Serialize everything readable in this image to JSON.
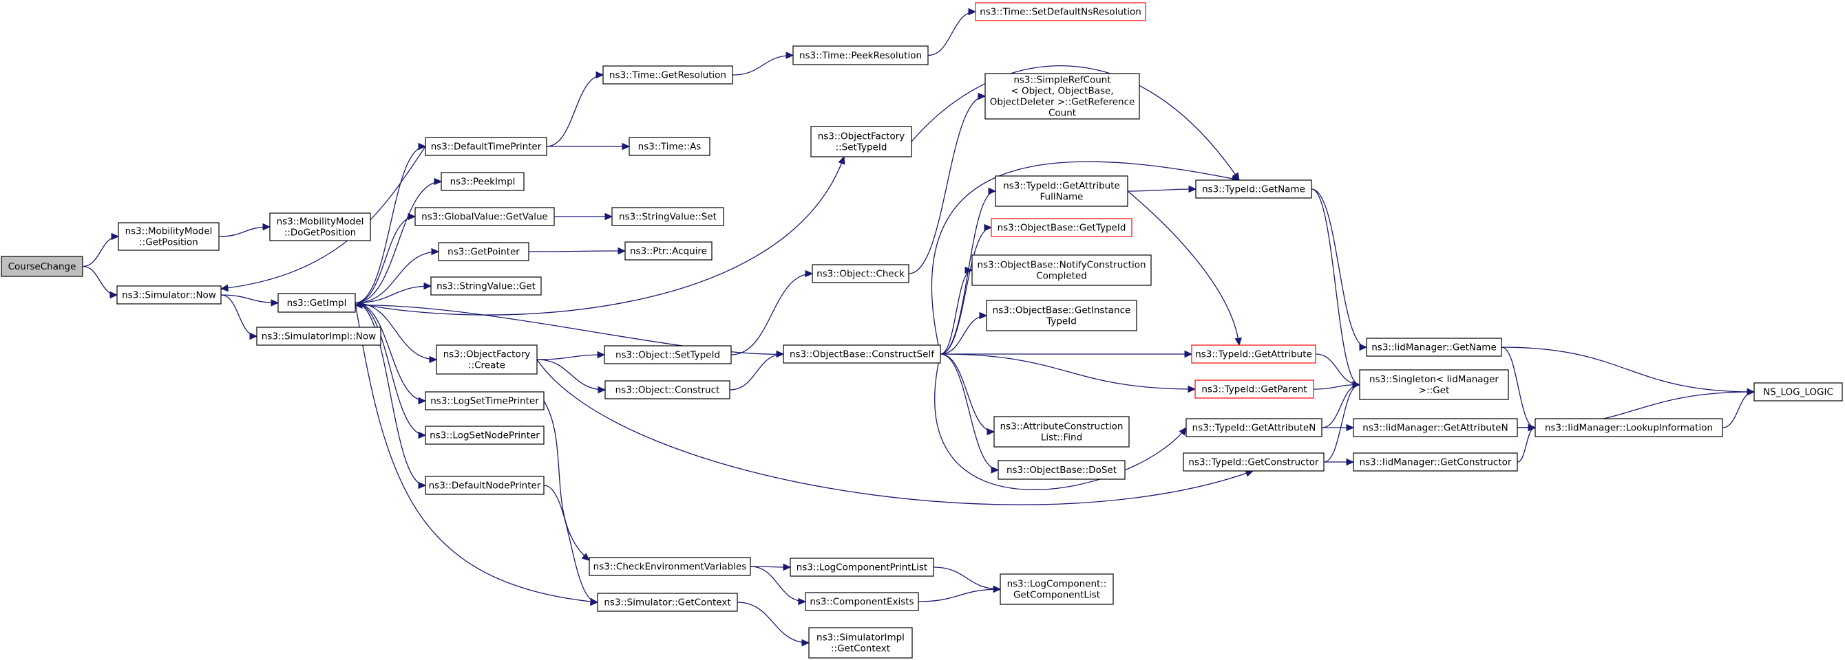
{
  "colors": {
    "edge": "#191970",
    "root_fill": "#bfbfbf",
    "red_border": "#ff0000",
    "border": "#000000"
  },
  "nodes": [
    {
      "id": "CourseChange",
      "lines": [
        "CourseChange"
      ],
      "style": "root"
    },
    {
      "id": "MM_GetPosition",
      "lines": [
        "ns3::MobilityModel",
        "::GetPosition"
      ]
    },
    {
      "id": "MM_DoGetPosition",
      "lines": [
        "ns3::MobilityModel",
        "::DoGetPosition"
      ]
    },
    {
      "id": "Sim_Now",
      "lines": [
        "ns3::Simulator::Now"
      ]
    },
    {
      "id": "GetImpl",
      "lines": [
        "ns3::GetImpl"
      ]
    },
    {
      "id": "SimImpl_Now",
      "lines": [
        "ns3::SimulatorImpl::Now"
      ]
    },
    {
      "id": "DefaultTimePrinter",
      "lines": [
        "ns3::DefaultTimePrinter"
      ]
    },
    {
      "id": "PeekImpl",
      "lines": [
        "ns3::PeekImpl"
      ]
    },
    {
      "id": "GV_GetValue",
      "lines": [
        "ns3::GlobalValue::GetValue"
      ]
    },
    {
      "id": "GetPointer",
      "lines": [
        "ns3::GetPointer"
      ]
    },
    {
      "id": "StringValue_Get",
      "lines": [
        "ns3::StringValue::Get"
      ]
    },
    {
      "id": "OF_Create",
      "lines": [
        "ns3::ObjectFactory",
        "::Create"
      ]
    },
    {
      "id": "LogSetTimePrinter",
      "lines": [
        "ns3::LogSetTimePrinter"
      ]
    },
    {
      "id": "LogSetNodePrinter",
      "lines": [
        "ns3::LogSetNodePrinter"
      ]
    },
    {
      "id": "DefaultNodePrinter",
      "lines": [
        "ns3::DefaultNodePrinter"
      ]
    },
    {
      "id": "Time_GetResolution",
      "lines": [
        "ns3::Time::GetResolution"
      ]
    },
    {
      "id": "Time_As",
      "lines": [
        "ns3::Time::As"
      ]
    },
    {
      "id": "StringValue_Set",
      "lines": [
        "ns3::StringValue::Set"
      ]
    },
    {
      "id": "Ptr_Acquire",
      "lines": [
        "ns3::Ptr::Acquire"
      ]
    },
    {
      "id": "Object_SetTypeId",
      "lines": [
        "ns3::Object::SetTypeId"
      ]
    },
    {
      "id": "Object_Construct",
      "lines": [
        "ns3::Object::Construct"
      ]
    },
    {
      "id": "CheckEnvVars",
      "lines": [
        "ns3::CheckEnvironmentVariables"
      ]
    },
    {
      "id": "Sim_GetContext",
      "lines": [
        "ns3::Simulator::GetContext"
      ]
    },
    {
      "id": "Time_PeekResolution",
      "lines": [
        "ns3::Time::PeekResolution"
      ]
    },
    {
      "id": "Time_SetDefaultNsResolution",
      "lines": [
        "ns3::Time::SetDefaultNsResolution"
      ],
      "style": "red"
    },
    {
      "id": "OF_SetTypeId",
      "lines": [
        "ns3::ObjectFactory",
        "::SetTypeId"
      ]
    },
    {
      "id": "Object_Check",
      "lines": [
        "ns3::Object::Check"
      ]
    },
    {
      "id": "OB_ConstructSelf",
      "lines": [
        "ns3::ObjectBase::ConstructSelf"
      ]
    },
    {
      "id": "LogComponentPrintList",
      "lines": [
        "ns3::LogComponentPrintList"
      ]
    },
    {
      "id": "ComponentExists",
      "lines": [
        "ns3::ComponentExists"
      ]
    },
    {
      "id": "SimImpl_GetContext",
      "lines": [
        "ns3::SimulatorImpl",
        "::GetContext"
      ]
    },
    {
      "id": "SRC_GetReferenceCount",
      "lines": [
        "ns3::SimpleRefCount",
        "< Object, ObjectBase,",
        "ObjectDeleter >::GetReference",
        "Count"
      ]
    },
    {
      "id": "TypeId_GetAttributeFullName",
      "lines": [
        "ns3::TypeId::GetAttribute",
        "FullName"
      ]
    },
    {
      "id": "OB_GetTypeId",
      "lines": [
        "ns3::ObjectBase::GetTypeId"
      ],
      "style": "red"
    },
    {
      "id": "OB_NotifyConstructionCompleted",
      "lines": [
        "ns3::ObjectBase::NotifyConstruction",
        "Completed"
      ]
    },
    {
      "id": "OB_GetInstanceTypeId",
      "lines": [
        "ns3::ObjectBase::GetInstance",
        "TypeId"
      ]
    },
    {
      "id": "ACL_Find",
      "lines": [
        "ns3::AttributeConstruction",
        "List::Find"
      ]
    },
    {
      "id": "OB_DoSet",
      "lines": [
        "ns3::ObjectBase::DoSet"
      ]
    },
    {
      "id": "LogComponent_GetComponentList",
      "lines": [
        "ns3::LogComponent::",
        "GetComponentList"
      ]
    },
    {
      "id": "TypeId_GetName",
      "lines": [
        "ns3::TypeId::GetName"
      ]
    },
    {
      "id": "TypeId_GetAttribute",
      "lines": [
        "ns3::TypeId::GetAttribute"
      ],
      "style": "red"
    },
    {
      "id": "TypeId_GetParent",
      "lines": [
        "ns3::TypeId::GetParent"
      ],
      "style": "red"
    },
    {
      "id": "TypeId_GetAttributeN",
      "lines": [
        "ns3::TypeId::GetAttributeN"
      ]
    },
    {
      "id": "TypeId_GetConstructor",
      "lines": [
        "ns3::TypeId::GetConstructor"
      ]
    },
    {
      "id": "IidManager_GetName",
      "lines": [
        "ns3::IidManager::GetName"
      ]
    },
    {
      "id": "Singleton_Get",
      "lines": [
        "ns3::Singleton< IidManager",
        ">::Get"
      ]
    },
    {
      "id": "IidManager_GetAttributeN",
      "lines": [
        "ns3::IidManager::GetAttributeN"
      ]
    },
    {
      "id": "IidManager_GetConstructor",
      "lines": [
        "ns3::IidManager::GetConstructor"
      ]
    },
    {
      "id": "IidManager_LookupInformation",
      "lines": [
        "ns3::IidManager::LookupInformation"
      ]
    },
    {
      "id": "NS_LOG_LOGIC",
      "lines": [
        "NS_LOG_LOGIC"
      ]
    }
  ],
  "edges": [
    [
      "CourseChange",
      "MM_GetPosition"
    ],
    [
      "CourseChange",
      "Sim_Now"
    ],
    [
      "MM_GetPosition",
      "MM_DoGetPosition"
    ],
    [
      "Sim_Now",
      "GetImpl"
    ],
    [
      "Sim_Now",
      "SimImpl_Now"
    ],
    [
      "GetImpl",
      "DefaultTimePrinter"
    ],
    [
      "GetImpl",
      "PeekImpl"
    ],
    [
      "GetImpl",
      "GV_GetValue"
    ],
    [
      "GetImpl",
      "GetPointer"
    ],
    [
      "GetImpl",
      "StringValue_Get"
    ],
    [
      "GetImpl",
      "OF_Create"
    ],
    [
      "GetImpl",
      "LogSetTimePrinter"
    ],
    [
      "GetImpl",
      "LogSetNodePrinter"
    ],
    [
      "GetImpl",
      "DefaultNodePrinter"
    ],
    [
      "GetImpl",
      "OF_SetTypeId"
    ],
    [
      "GetImpl",
      "Sim_GetContext"
    ],
    [
      "DefaultTimePrinter",
      "Sim_Now"
    ],
    [
      "DefaultTimePrinter",
      "Time_GetResolution"
    ],
    [
      "DefaultTimePrinter",
      "Time_As"
    ],
    [
      "GV_GetValue",
      "StringValue_Set"
    ],
    [
      "GetPointer",
      "Ptr_Acquire"
    ],
    [
      "OF_Create",
      "Object_SetTypeId"
    ],
    [
      "OF_Create",
      "Object_Construct"
    ],
    [
      "OF_Create",
      "TypeId_GetConstructor"
    ],
    [
      "OB_ConstructSelf",
      "GetImpl"
    ],
    [
      "LogSetTimePrinter",
      "CheckEnvVars"
    ],
    [
      "DefaultNodePrinter",
      "Sim_GetContext"
    ],
    [
      "Time_GetResolution",
      "Time_PeekResolution"
    ],
    [
      "Time_PeekResolution",
      "Time_SetDefaultNsResolution"
    ],
    [
      "Object_SetTypeId",
      "Object_Check"
    ],
    [
      "Object_Construct",
      "OB_ConstructSelf"
    ],
    [
      "OF_SetTypeId",
      "TypeId_GetName"
    ],
    [
      "Object_Check",
      "SRC_GetReferenceCount"
    ],
    [
      "CheckEnvVars",
      "LogComponentPrintList"
    ],
    [
      "CheckEnvVars",
      "ComponentExists"
    ],
    [
      "Sim_GetContext",
      "SimImpl_GetContext"
    ],
    [
      "OB_ConstructSelf",
      "TypeId_GetAttributeFullName"
    ],
    [
      "OB_ConstructSelf",
      "OB_GetTypeId"
    ],
    [
      "OB_ConstructSelf",
      "OB_NotifyConstructionCompleted"
    ],
    [
      "OB_ConstructSelf",
      "OB_GetInstanceTypeId"
    ],
    [
      "OB_ConstructSelf",
      "ACL_Find"
    ],
    [
      "OB_ConstructSelf",
      "OB_DoSet"
    ],
    [
      "OB_ConstructSelf",
      "TypeId_GetAttribute"
    ],
    [
      "OB_ConstructSelf",
      "TypeId_GetParent"
    ],
    [
      "OB_ConstructSelf",
      "TypeId_GetName"
    ],
    [
      "OB_ConstructSelf",
      "TypeId_GetAttributeN"
    ],
    [
      "LogComponentPrintList",
      "LogComponent_GetComponentList"
    ],
    [
      "ComponentExists",
      "LogComponent_GetComponentList"
    ],
    [
      "TypeId_GetAttributeFullName",
      "TypeId_GetName"
    ],
    [
      "TypeId_GetAttributeFullName",
      "TypeId_GetAttribute"
    ],
    [
      "TypeId_GetName",
      "IidManager_GetName"
    ],
    [
      "TypeId_GetName",
      "Singleton_Get"
    ],
    [
      "TypeId_GetAttribute",
      "Singleton_Get"
    ],
    [
      "TypeId_GetParent",
      "Singleton_Get"
    ],
    [
      "TypeId_GetAttributeN",
      "Singleton_Get"
    ],
    [
      "TypeId_GetAttributeN",
      "IidManager_GetAttributeN"
    ],
    [
      "TypeId_GetConstructor",
      "Singleton_Get"
    ],
    [
      "TypeId_GetConstructor",
      "IidManager_GetConstructor"
    ],
    [
      "IidManager_GetName",
      "NS_LOG_LOGIC"
    ],
    [
      "IidManager_GetName",
      "IidManager_LookupInformation"
    ],
    [
      "IidManager_GetAttributeN",
      "NS_LOG_LOGIC"
    ],
    [
      "IidManager_GetAttributeN",
      "IidManager_LookupInformation"
    ],
    [
      "IidManager_GetConstructor",
      "IidManager_LookupInformation"
    ],
    [
      "IidManager_LookupInformation",
      "NS_LOG_LOGIC"
    ]
  ]
}
